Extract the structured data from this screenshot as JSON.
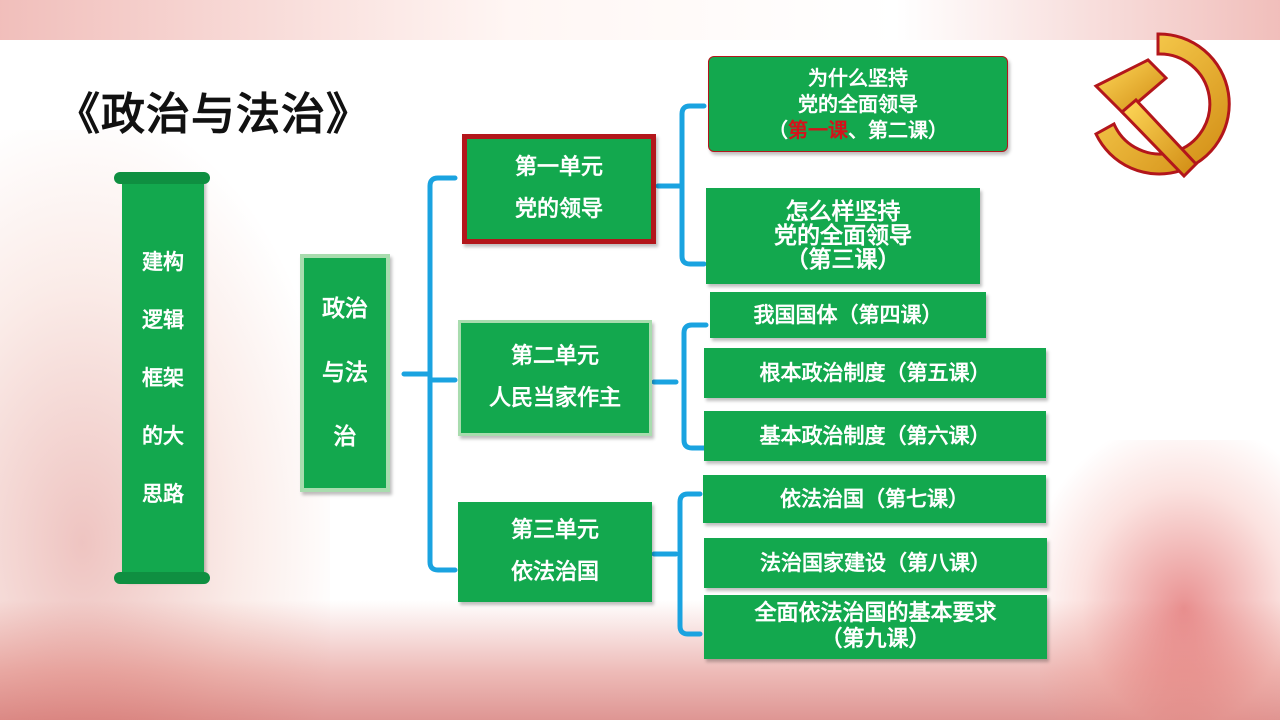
{
  "title": "《政治与法治》",
  "sidebar": {
    "lines": [
      "建构",
      "逻辑",
      "框架",
      "的大",
      "思路"
    ]
  },
  "root": {
    "lines": [
      "政治",
      "与法",
      "治"
    ]
  },
  "units": [
    {
      "line1": "第一单元",
      "line2": "党的领导"
    },
    {
      "line1": "第二单元",
      "line2": "人民当家作主"
    },
    {
      "line1": "第三单元",
      "line2": "依法治国"
    }
  ],
  "lessons": {
    "l1": {
      "line1": "为什么坚持",
      "line2": "党的全面领导",
      "open": "（",
      "highlight": "第一课",
      "rest": "、第二课）"
    },
    "l2": {
      "line1": "怎么样坚持",
      "line2": "党的全面领导",
      "line3": "（第三课）"
    },
    "l3": "我国国体（第四课）",
    "l4": "根本政治制度（第五课）",
    "l5": "基本政治制度（第六课）",
    "l6": "依法治国（第七课）",
    "l7": "法治国家建设（第八课）",
    "l8": {
      "line1": "全面依法治国的基本要求",
      "line2": "（第九课）"
    }
  },
  "colors": {
    "box_green": "#13a84e",
    "connector_blue": "#1aa3e0",
    "highlight_red": "#d4121b",
    "unit1_border": "#b3161b"
  },
  "icons": {
    "emblem": "party-emblem-icon"
  }
}
